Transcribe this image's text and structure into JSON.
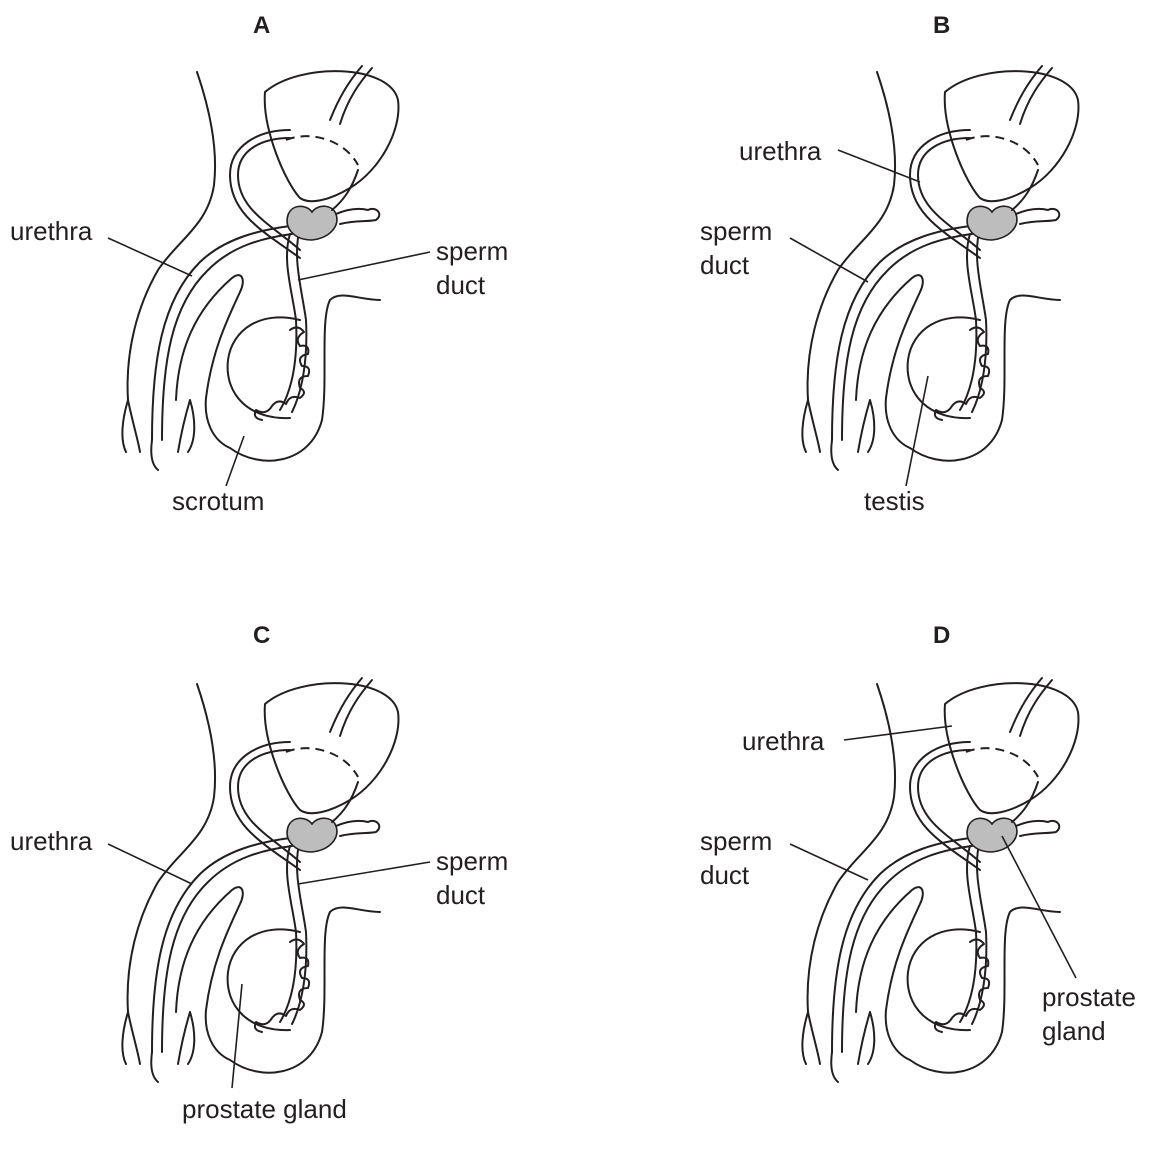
{
  "colors": {
    "line": "#231f20",
    "gland_fill": "#bdbdbd",
    "background": "#ffffff"
  },
  "panels": [
    {
      "letter": "A",
      "labels": {
        "l1": "urethra",
        "r1": "sperm\nduct",
        "bottom": "scrotum"
      }
    },
    {
      "letter": "B",
      "labels": {
        "l1": "urethra",
        "l2": "sperm\nduct",
        "bottom": "testis"
      }
    },
    {
      "letter": "C",
      "labels": {
        "l1": "urethra",
        "r1": "sperm\nduct",
        "bottom": "prostate gland"
      }
    },
    {
      "letter": "D",
      "labels": {
        "l1": "urethra",
        "l2": "sperm\nduct",
        "r2": "prostate\ngland"
      }
    }
  ]
}
